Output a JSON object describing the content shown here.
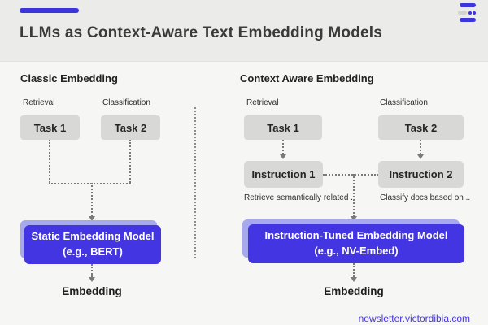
{
  "header": {
    "title": "LLMs as Context-Aware Text Embedding Models"
  },
  "left": {
    "heading": "Classic Embedding",
    "tasks": [
      {
        "label": "Retrieval",
        "name": "Task 1"
      },
      {
        "label": "Classification",
        "name": "Task 2"
      }
    ],
    "model_line1": "Static Embedding Model",
    "model_line2": "(e.g., BERT)",
    "output": "Embedding"
  },
  "right": {
    "heading": "Context Aware Embedding",
    "tasks": [
      {
        "label": "Retrieval",
        "name": "Task 1"
      },
      {
        "label": "Classification",
        "name": "Task 2"
      }
    ],
    "instructions": [
      {
        "name": "Instruction 1",
        "caption": "Retrieve semantically related .."
      },
      {
        "name": "Instruction 2",
        "caption": "Classify docs based on .."
      }
    ],
    "model_line1": "Instruction-Tuned Embedding Model",
    "model_line2": "(e.g., NV-Embed)",
    "output": "Embedding"
  },
  "footer": {
    "link": "newsletter.victordibia.com"
  },
  "colors": {
    "accent": "#4435e3",
    "accent_light": "#a7a9ef",
    "header_bg": "#ebebe9",
    "body_bg": "#f6f6f4",
    "task_box": "#d8d8d6"
  }
}
